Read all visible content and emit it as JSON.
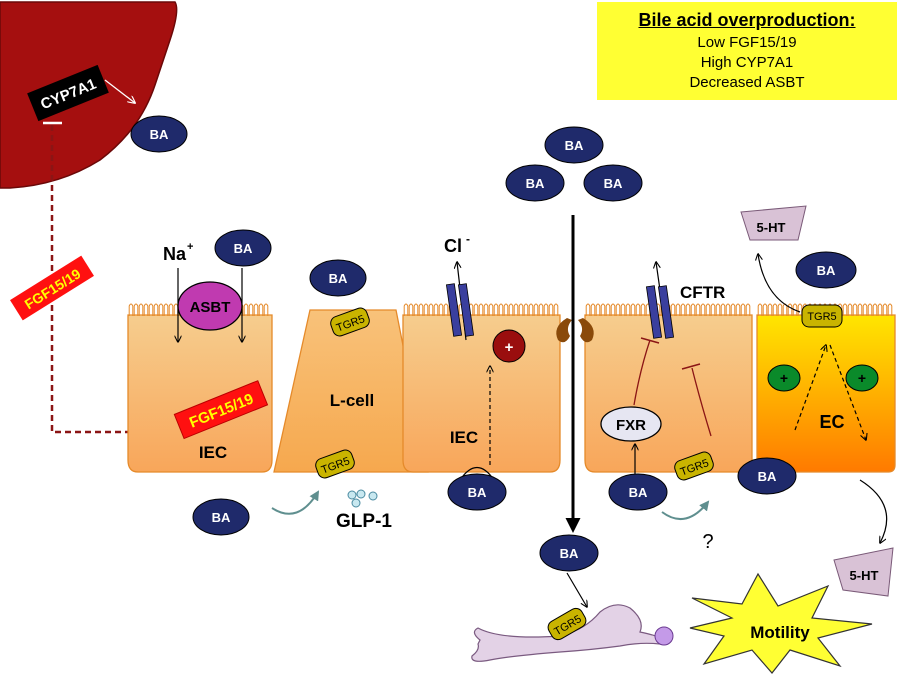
{
  "infobox": {
    "title": "Bile acid overproduction:",
    "lines": [
      "Low FGF15/19",
      "High CYP7A1",
      "Decreased ASBT"
    ]
  },
  "labels": {
    "cyp7a1": "CYP7A1",
    "fgf_vertical": "FGF15/19",
    "fgf_cell": "FGF15/19",
    "ba": "BA",
    "na": "Na",
    "na_charge": "+",
    "asbt": "ASBT",
    "tgr5": "TGR5",
    "lcell": "L-cell",
    "iec": "IEC",
    "glp1": "GLP-1",
    "cl": "Cl",
    "cl_charge": "-",
    "plus": "+",
    "cftr": "CFTR",
    "fxr": "FXR",
    "question": "?",
    "ht5": "5-HT",
    "ec": "EC",
    "motility": "Motility"
  },
  "colors": {
    "liver": "#a50f0f",
    "ba_oval": "#1f2a6b",
    "cell_top": "#f5c07a",
    "cell_bottom": "#f8a65a",
    "tgr5": "#c9b400",
    "asbt": "#c03ab0",
    "fgf_box": "#ff1010",
    "fgf_text": "#ffff00",
    "channel": "#3a3f9e",
    "ec_top": "#ffe600",
    "ec_bottom": "#ff7a00",
    "infobox": "#ffff33",
    "burst": "#ffff33"
  }
}
